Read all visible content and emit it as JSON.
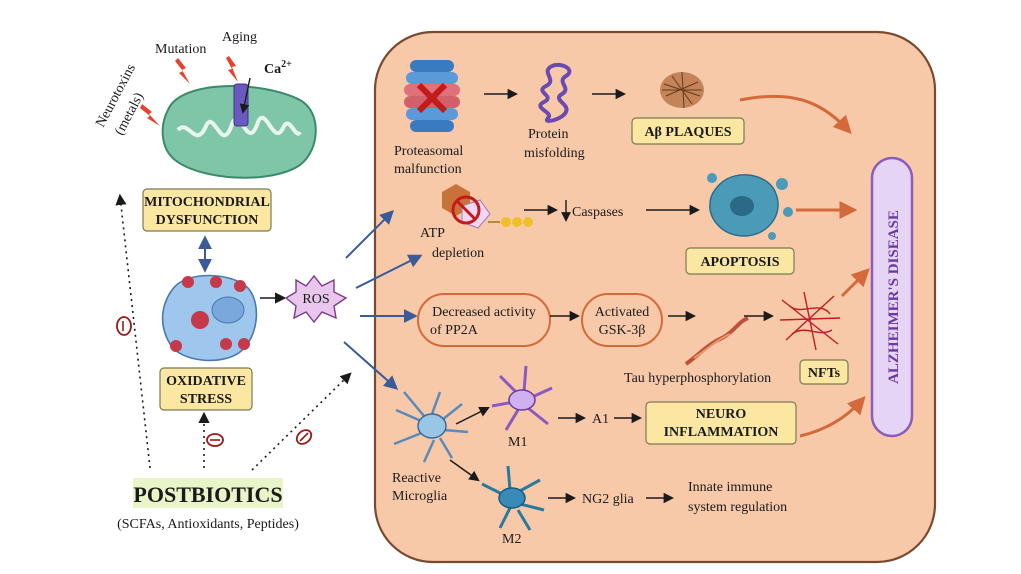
{
  "left": {
    "hazards": [
      "Neurotoxins",
      "(metals)",
      "Mutation",
      "Aging"
    ],
    "calcium": {
      "base": "Ca",
      "sup": "2+"
    },
    "mito_box": [
      "MITOCHONDRIAL",
      "DYSFUNCTION"
    ],
    "oxstress_box": [
      "OXIDATIVE",
      "STRESS"
    ],
    "ros": "ROS",
    "postbiotics": "POSTBIOTICS",
    "postbiotics_sub": "(SCFAs, Antioxidants, Peptides)"
  },
  "main": {
    "proteasomal": [
      "Proteasomal",
      "malfunction"
    ],
    "protein_misfolding": [
      "Protein",
      "misfolding"
    ],
    "ab_plaques": "Aβ PLAQUES",
    "atp_depletion": [
      "ATP",
      "depletion"
    ],
    "caspases": "Caspases",
    "apoptosis": "APOPTOSIS",
    "pp2a": [
      "Decreased activity",
      "of PP2A"
    ],
    "gsk": [
      "Activated",
      "GSK-3β"
    ],
    "tau": "Tau hyperphosphorylation",
    "nfts": "NFTs",
    "microglia": [
      "Reactive",
      "Microglia"
    ],
    "m1": "M1",
    "a1": "A1",
    "neuro": [
      "NEURO",
      "INFLAMMATION"
    ],
    "m2": "M2",
    "ng2": "NG2 glia",
    "innate": [
      "Innate immune",
      "system regulation"
    ],
    "alzheimers": "ALZHEIMER'S DISEASE"
  },
  "colors": {
    "panel_fill": "#f8c9a9",
    "panel_stroke": "#7a4a30",
    "box_yellow": "#fbe7a1",
    "ros_fill": "#e9c6ec",
    "oval_stroke": "#d4693a",
    "blue_arrow": "#3a5a9a",
    "orange_arrow": "#d4693a",
    "alz_fill": "#e5d4f3",
    "alz_stroke": "#8a5cc0",
    "postbiotics_bg": "#e9f5c8",
    "inhibit_red": "#9a1a1a"
  }
}
